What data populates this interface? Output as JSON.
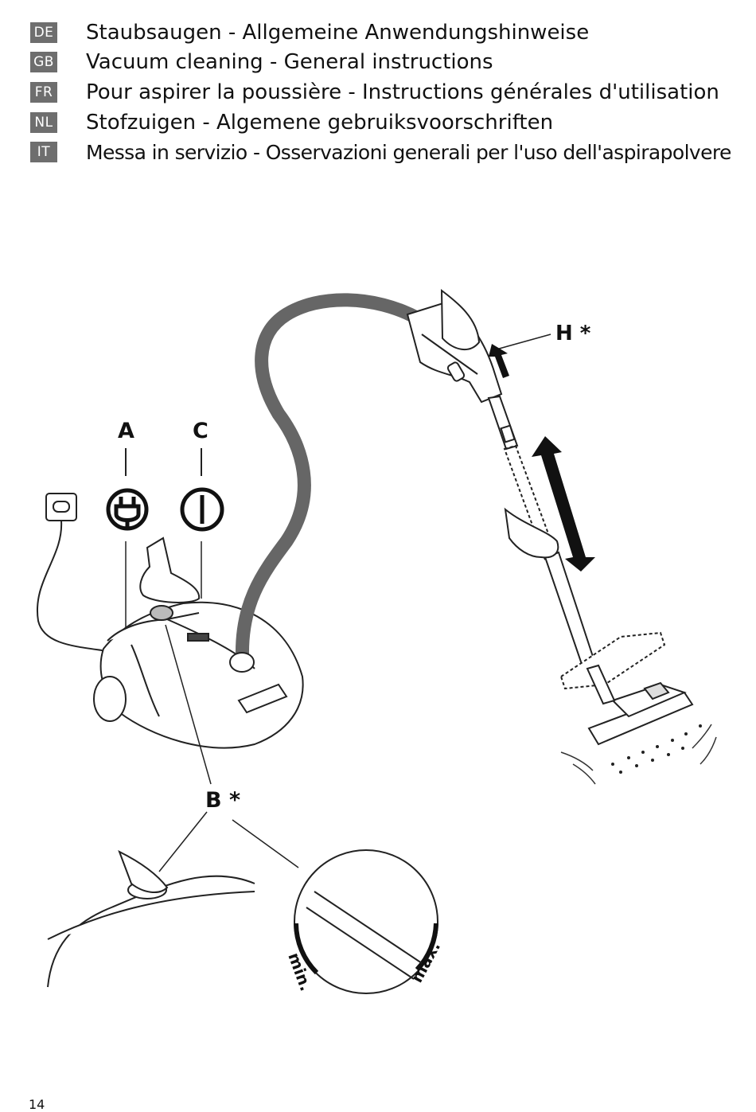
{
  "headings": [
    {
      "code": "DE",
      "text": "Staubsaugen - Allgemeine Anwendungshinweise"
    },
    {
      "code": "GB",
      "text": "Vacuum cleaning - General instructions"
    },
    {
      "code": "FR",
      "text": "Pour aspirer la poussière - Instructions générales d'utilisation"
    },
    {
      "code": "NL",
      "text": "Stofzuigen - Algemene gebruiksvoorschriften"
    },
    {
      "code": "IT",
      "text": "Messa in servizio - Osservazioni generali per l'uso dell'aspirapolvere"
    }
  ],
  "figure": {
    "label_a": "A",
    "label_c": "C",
    "label_h": "H *",
    "label_b": "B *",
    "dial_min": "min.",
    "dial_max": "max."
  },
  "page_number": "14"
}
